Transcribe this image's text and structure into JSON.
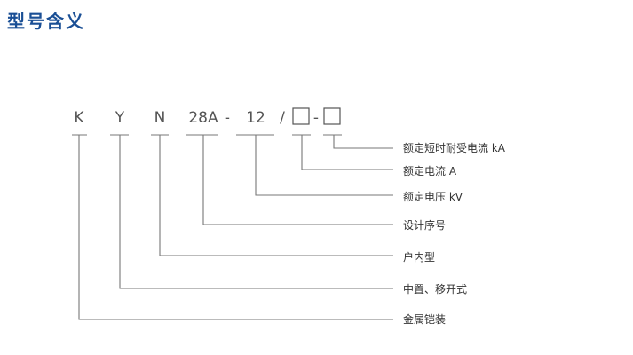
{
  "title": "型号含义",
  "code": {
    "k": "K",
    "y": "Y",
    "n": "N",
    "series": "28A",
    "dash1": "-",
    "voltage": "12",
    "slash": "/",
    "dash2": "-"
  },
  "labels": {
    "short_time_current": "额定短时耐受电流 kA",
    "rated_current": "额定电流 A",
    "rated_voltage": "额定电压 kV",
    "design_no": "设计序号",
    "indoor": "户内型",
    "withdrawable": "中置、移开式",
    "metal_clad": "金属铠装"
  },
  "colors": {
    "title": "#1a4f95",
    "text": "#333333",
    "line": "#777777"
  }
}
